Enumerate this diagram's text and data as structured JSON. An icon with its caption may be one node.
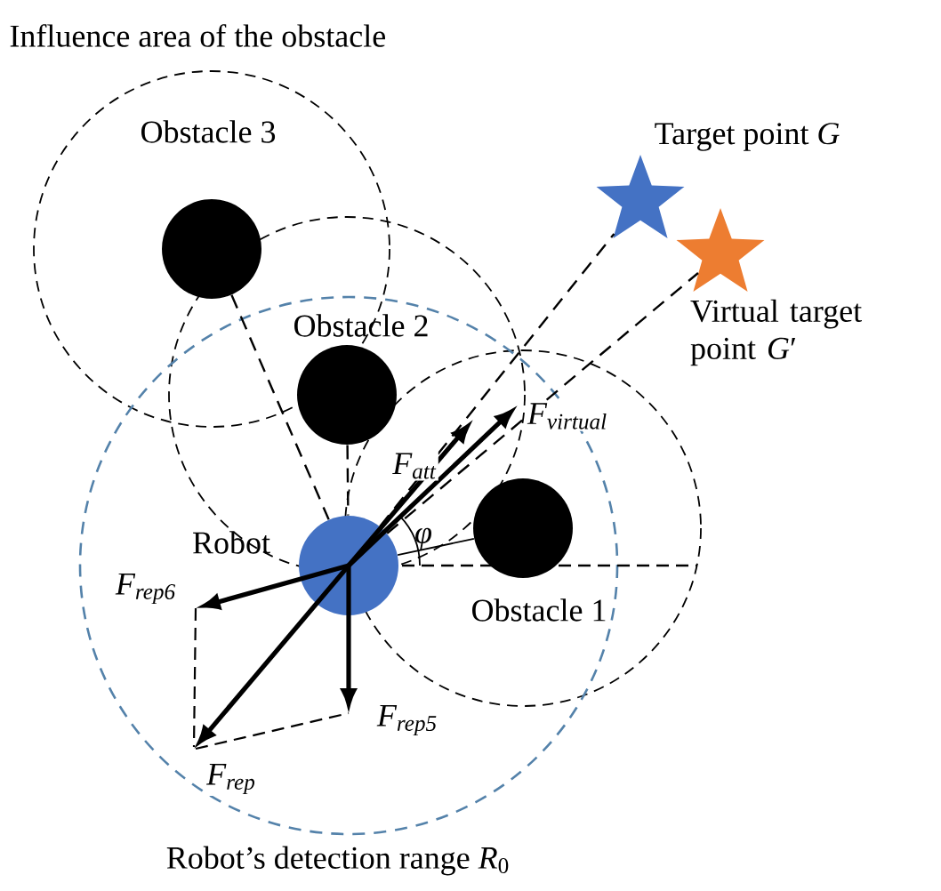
{
  "diagram": {
    "nodes": [
      {
        "text": [
          "Robot"
        ]
      },
      {
        "text": [
          "Obstacle 3"
        ]
      },
      {
        "text": [
          "Obstacle 2"
        ]
      },
      {
        "text": [
          "Obstacle 1"
        ]
      },
      {
        "text": [
          "Target point *G*"
        ]
      },
      {
        "text": [
          "Virtual target point *G*′"
        ]
      }
    ],
    "edges": [
      {
        "from": 1,
        "to": 0,
        "arrow": "none",
        "style": "dashed"
      },
      {
        "from": 2,
        "to": 0,
        "arrow": "none",
        "style": "dashed"
      },
      {
        "from": 3,
        "to": 0,
        "arrow": "none"
      },
      {
        "from": 0,
        "to": 4,
        "arrow": "none",
        "style": "dashed"
      },
      {
        "from": 0,
        "to": 5,
        "arrow": "none",
        "style": "dashed"
      },
      {
        "from": 0,
        "to": null,
        "arrow": "to",
        "label": "F$_{att}$"
      },
      {
        "from": 0,
        "to": null,
        "arrow": "to",
        "label": "F$_{virtual}$"
      },
      {
        "from": 0,
        "to": null,
        "arrow": "to",
        "label": "F$_{rep6}$"
      },
      {
        "from": 0,
        "to": null,
        "arrow": "to",
        "label": "F$_{rep5}$"
      },
      {
        "from": 0,
        "to": null,
        "arrow": "to",
        "label": "F$_{rep}$"
      }
    ],
    "labels": [
      "Influence area of the obstacle",
      "φ",
      "Robot’s detection range *R*$_{0}$"
    ]
  }
}
